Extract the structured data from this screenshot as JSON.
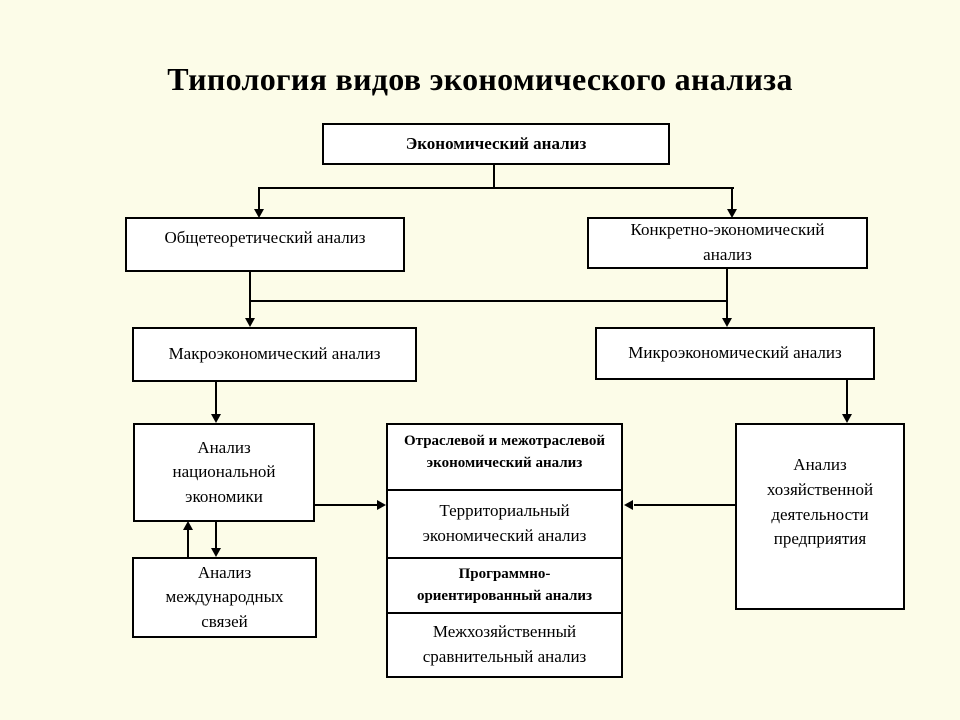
{
  "title": "Типология видов экономического анализа",
  "nodes": {
    "root": {
      "label": "Экономический анализ"
    },
    "general": {
      "label": "Общетеоретический анализ"
    },
    "concrete": {
      "label": "Конкретно-экономический\nанализ"
    },
    "macro": {
      "label": "Макроэкономический анализ"
    },
    "micro": {
      "label": "Микроэкономический анализ"
    },
    "national": {
      "label": "Анализ\nнациональной\nэкономики"
    },
    "international": {
      "label": "Анализ\nмеждународных\nсвязей"
    },
    "sectoral": {
      "label": "Отраслевой и межотраслевой\nэкономический анализ"
    },
    "territorial": {
      "label": "Территориальный\nэкономический анализ"
    },
    "program": {
      "label": "Программно-\nориентированный анализ"
    },
    "interfarm": {
      "label": "Межхозяйственный\nсравнительный анализ"
    },
    "enterprise": {
      "label": "Анализ\nхозяйственной\nдеятельности\nпредприятия"
    }
  },
  "edges": [
    {
      "from": "root",
      "to": "general",
      "type": "arrow"
    },
    {
      "from": "root",
      "to": "concrete",
      "type": "arrow"
    },
    {
      "from": "general",
      "to": "macro",
      "type": "arrow"
    },
    {
      "from": "concrete",
      "to": "micro",
      "type": "arrow"
    },
    {
      "from": "macro",
      "to": "national",
      "type": "arrow"
    },
    {
      "from": "micro",
      "to": "enterprise",
      "type": "arrow"
    },
    {
      "from": "national",
      "to": "international",
      "type": "double-arrow"
    },
    {
      "from": "national",
      "to": "territorial",
      "type": "arrow"
    },
    {
      "from": "enterprise",
      "to": "territorial",
      "type": "arrow"
    }
  ],
  "colors": {
    "background": "#FCFCE8",
    "box_fill": "#FFFFFF",
    "border": "#000000",
    "text": "#000000"
  }
}
